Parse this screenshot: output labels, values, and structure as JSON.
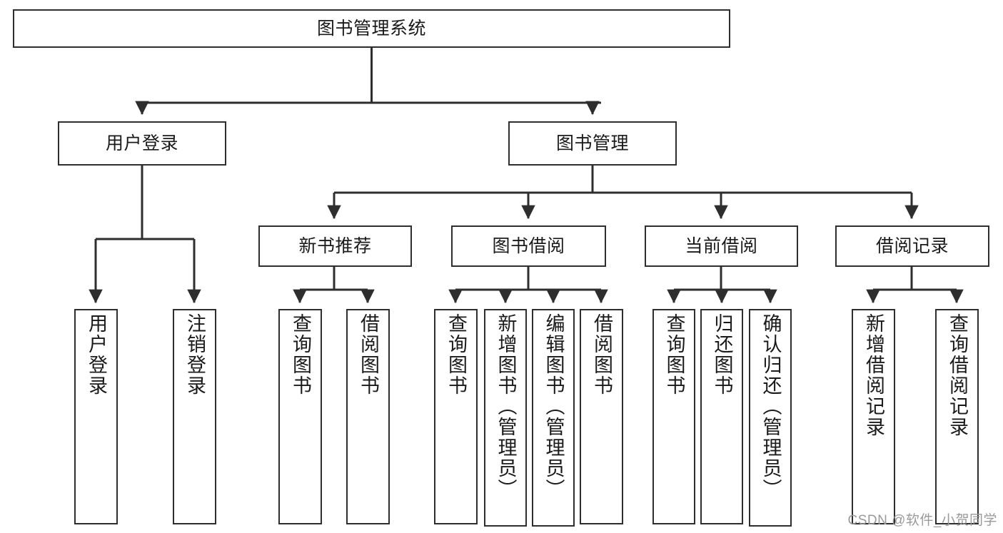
{
  "diagram": {
    "type": "tree-hierarchy-chart",
    "title": "图书管理系统",
    "orientation": "top-down",
    "colors": {
      "box_border": "#2e2e2e",
      "box_fill": "#ffffff",
      "connector": "#2e2e2e",
      "text": "#1a1a1a",
      "watermark": "#9a9a9a",
      "background": "#ffffff"
    },
    "root": {
      "id": "root",
      "label": "图书管理系统",
      "text_direction": "horizontal"
    },
    "level2": [
      {
        "id": "user-login",
        "label": "用户登录",
        "text_direction": "horizontal"
      },
      {
        "id": "book-management",
        "label": "图书管理",
        "text_direction": "horizontal"
      }
    ],
    "level3": [
      {
        "id": "new-book-recommend",
        "label": "新书推荐",
        "text_direction": "horizontal",
        "parent": "book-management"
      },
      {
        "id": "book-borrow",
        "label": "图书借阅",
        "text_direction": "horizontal",
        "parent": "book-management"
      },
      {
        "id": "current-borrow",
        "label": "当前借阅",
        "text_direction": "horizontal",
        "parent": "book-management"
      },
      {
        "id": "borrow-record",
        "label": "借阅记录",
        "text_direction": "horizontal",
        "parent": "book-management"
      }
    ],
    "leaves": [
      {
        "id": "leaf-user-login",
        "label": "用户登录",
        "parent": "user-login",
        "text_direction": "vertical"
      },
      {
        "id": "leaf-logout",
        "label": "注销登录",
        "parent": "user-login",
        "text_direction": "vertical"
      },
      {
        "id": "leaf-query-book-1",
        "label": "查询图书",
        "parent": "new-book-recommend",
        "text_direction": "vertical"
      },
      {
        "id": "leaf-borrow-book-1",
        "label": "借阅图书",
        "parent": "new-book-recommend",
        "text_direction": "vertical"
      },
      {
        "id": "leaf-query-book-2",
        "label": "查询图书",
        "parent": "book-borrow",
        "text_direction": "vertical"
      },
      {
        "id": "leaf-add-book",
        "label": "新增图书（管理员）",
        "parent": "book-borrow",
        "text_direction": "vertical"
      },
      {
        "id": "leaf-edit-book",
        "label": "编辑图书（管理员）",
        "parent": "book-borrow",
        "text_direction": "vertical"
      },
      {
        "id": "leaf-borrow-book-2",
        "label": "借阅图书",
        "parent": "book-borrow",
        "text_direction": "vertical"
      },
      {
        "id": "leaf-query-book-3",
        "label": "查询图书",
        "parent": "current-borrow",
        "text_direction": "vertical"
      },
      {
        "id": "leaf-return-book",
        "label": "归还图书",
        "parent": "current-borrow",
        "text_direction": "vertical"
      },
      {
        "id": "leaf-confirm-return",
        "label": "确认归还（管理员）",
        "parent": "current-borrow",
        "text_direction": "vertical"
      },
      {
        "id": "leaf-add-record",
        "label": "新增借阅记录",
        "parent": "borrow-record",
        "text_direction": "vertical"
      },
      {
        "id": "leaf-query-record",
        "label": "查询借阅记录",
        "parent": "borrow-record",
        "text_direction": "vertical"
      }
    ]
  },
  "watermark": {
    "text": "CSDN @软件_小贺同学"
  }
}
